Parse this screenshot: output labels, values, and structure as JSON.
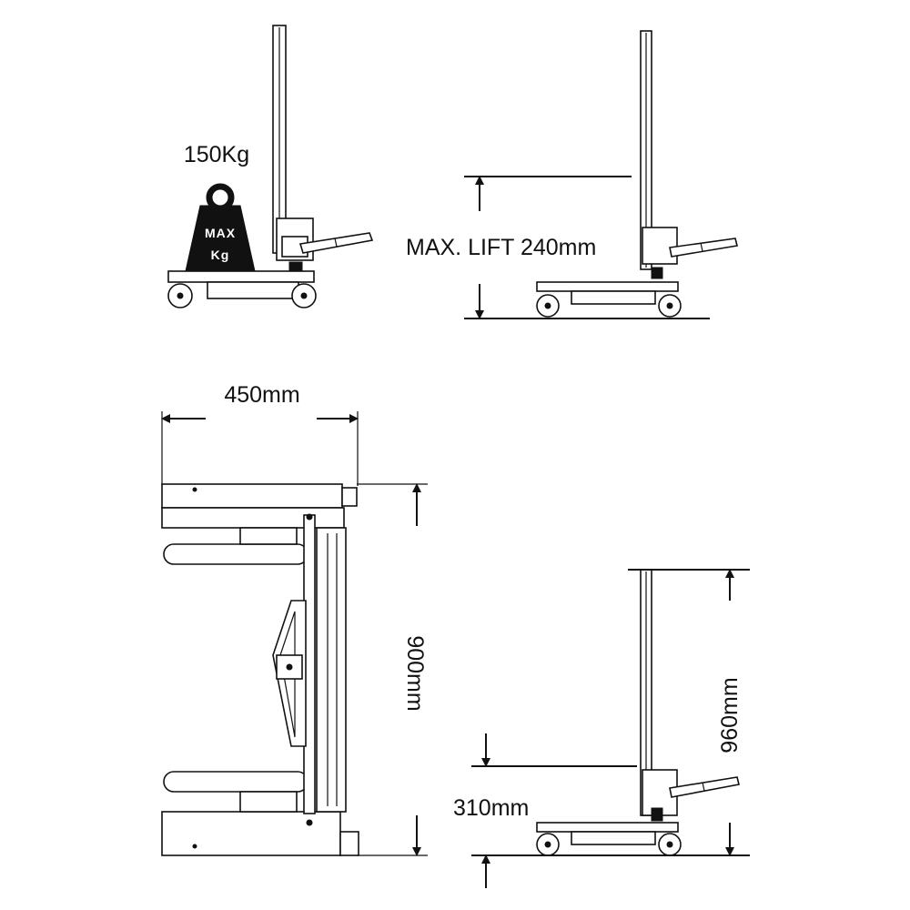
{
  "views": {
    "side_loaded": {
      "weight_label": "150Kg",
      "badge_line1": "MAX",
      "badge_line2": "Kg"
    },
    "side_lifted": {
      "lift_label": "MAX. LIFT 240mm"
    },
    "top_view": {
      "width_label": "450mm",
      "length_label": "900mm"
    },
    "side_dims": {
      "height_label": "960mm",
      "platform_label": "310mm"
    }
  },
  "colors": {
    "line": "#111111",
    "background": "#ffffff"
  }
}
